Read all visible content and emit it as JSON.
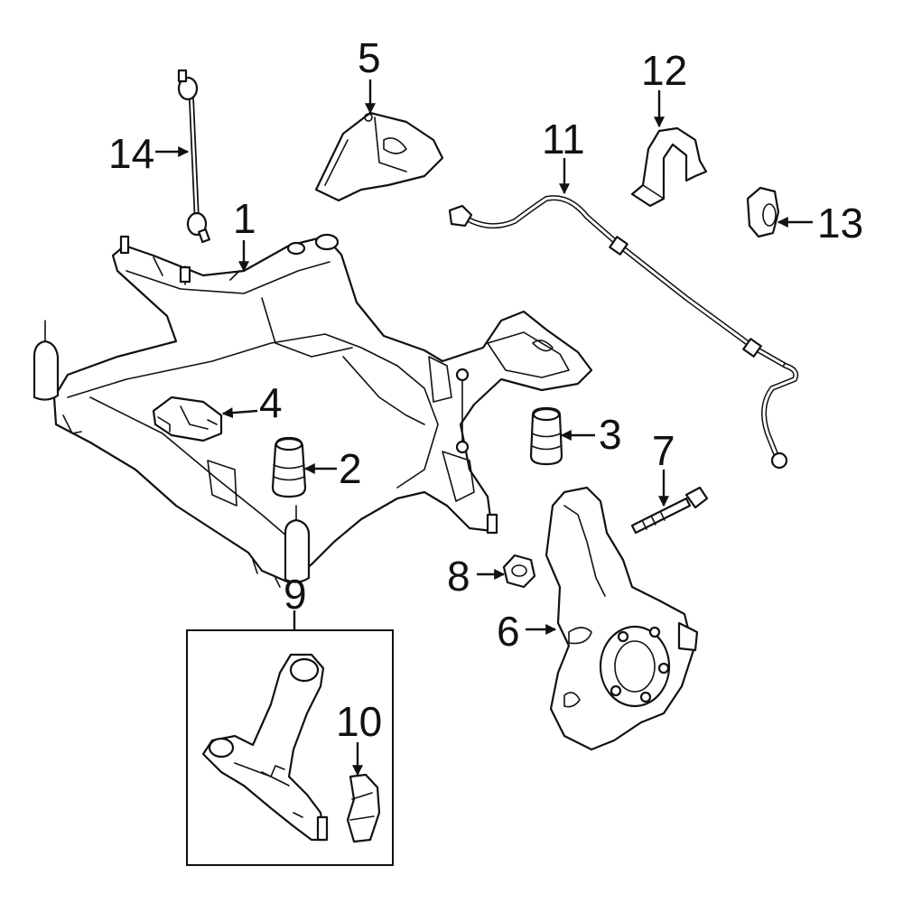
{
  "diagram": {
    "callouts": [
      {
        "id": "1",
        "label": "1"
      },
      {
        "id": "2",
        "label": "2"
      },
      {
        "id": "3",
        "label": "3"
      },
      {
        "id": "4",
        "label": "4"
      },
      {
        "id": "5",
        "label": "5"
      },
      {
        "id": "6",
        "label": "6"
      },
      {
        "id": "7",
        "label": "7"
      },
      {
        "id": "8",
        "label": "8"
      },
      {
        "id": "9",
        "label": "9"
      },
      {
        "id": "10",
        "label": "10"
      },
      {
        "id": "11",
        "label": "11"
      },
      {
        "id": "12",
        "label": "12"
      },
      {
        "id": "13",
        "label": "13"
      },
      {
        "id": "14",
        "label": "14"
      }
    ]
  },
  "colors": {
    "line": "#111111",
    "background": "#ffffff"
  }
}
